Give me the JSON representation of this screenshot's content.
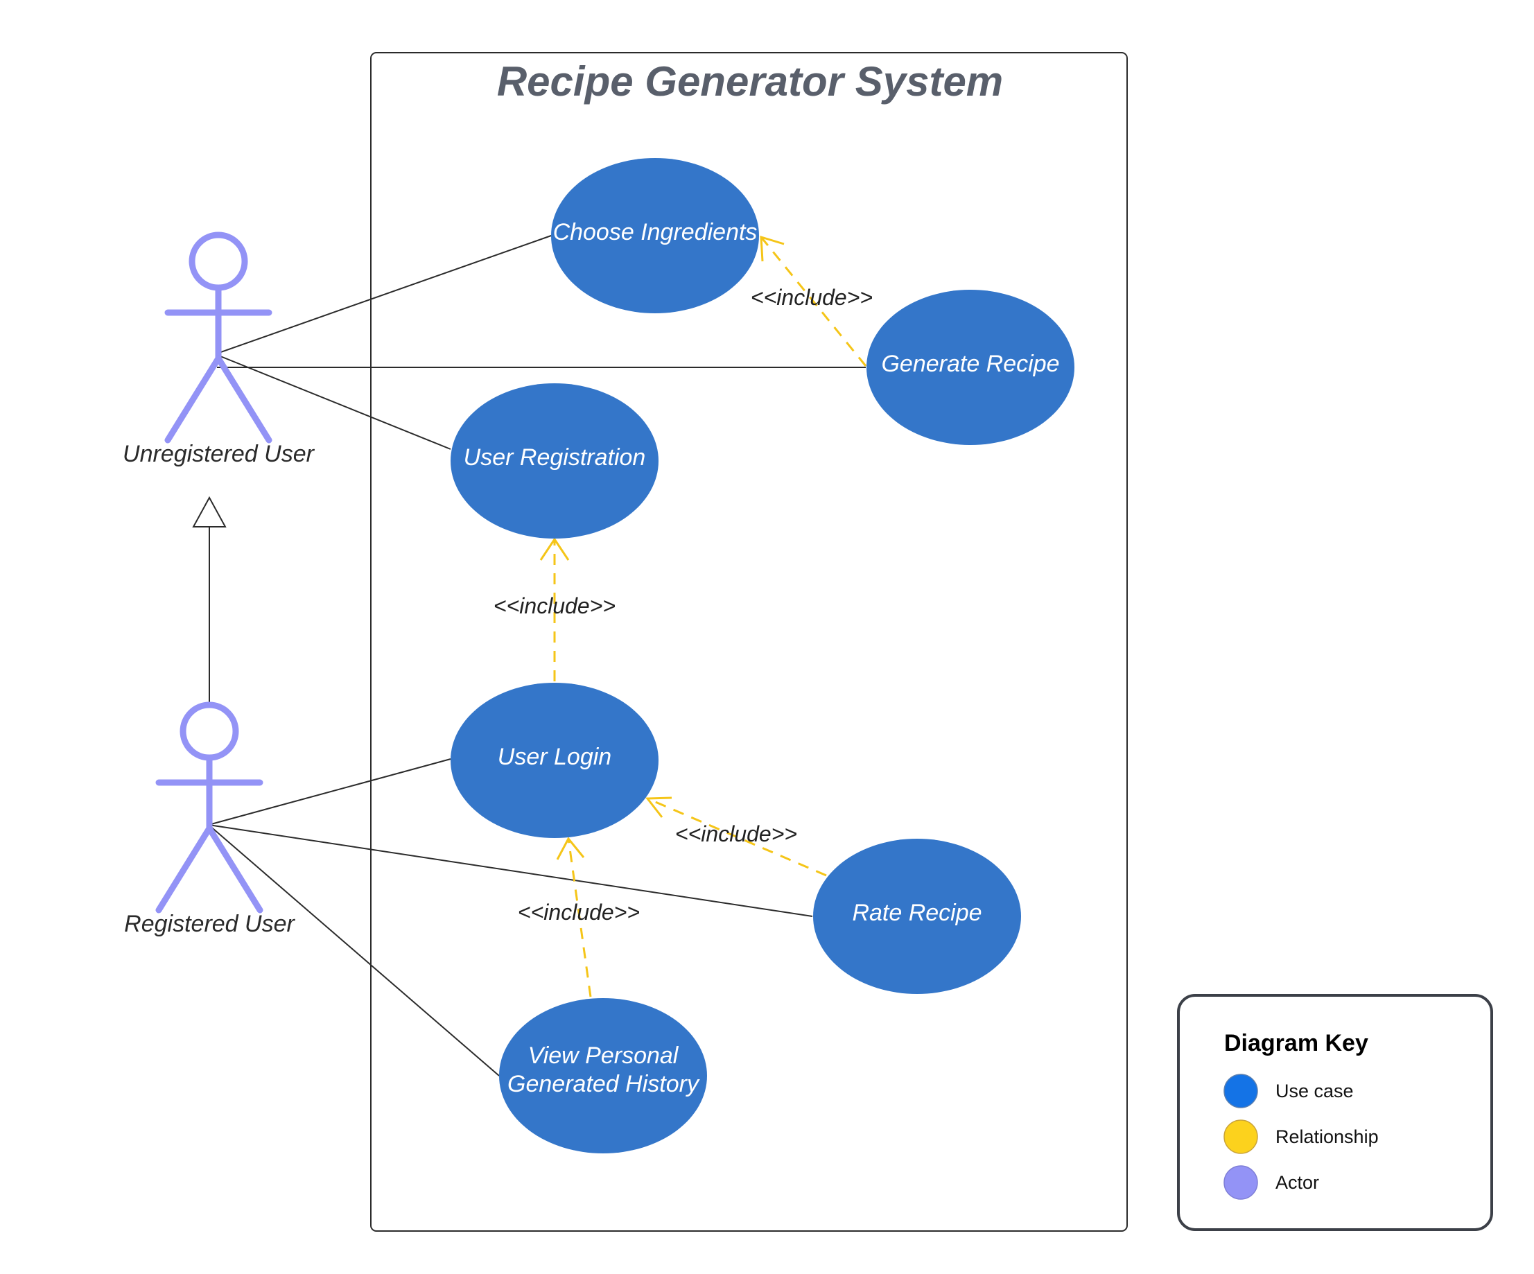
{
  "system": {
    "title": "Recipe Generator System"
  },
  "actors": {
    "unregistered": "Unregistered User",
    "registered": "Registered User"
  },
  "use_cases": {
    "choose_ingredients": "Choose Ingredients",
    "generate_recipe": "Generate Recipe",
    "user_registration": "User Registration",
    "user_login": "User Login",
    "rate_recipe": "Rate Recipe",
    "view_history_line1": "View Personal",
    "view_history_line2": "Generated History"
  },
  "relationships": {
    "include_generate_to_choose": "<<include>>",
    "include_login_to_registration": "<<include>>",
    "include_rate_to_login": "<<include>>",
    "include_history_to_login": "<<include>>"
  },
  "key": {
    "title": "Diagram Key",
    "items": [
      {
        "label": "Use case",
        "color": "#1473e6"
      },
      {
        "label": "Relationship",
        "color": "#fcd21d"
      },
      {
        "label": "Actor",
        "color": "#9393f6"
      }
    ]
  },
  "colors": {
    "use_case_fill": "#3476c9",
    "include_line": "#f5c518",
    "actor_stroke": "#9393f6",
    "title_text": "#595f6b"
  }
}
